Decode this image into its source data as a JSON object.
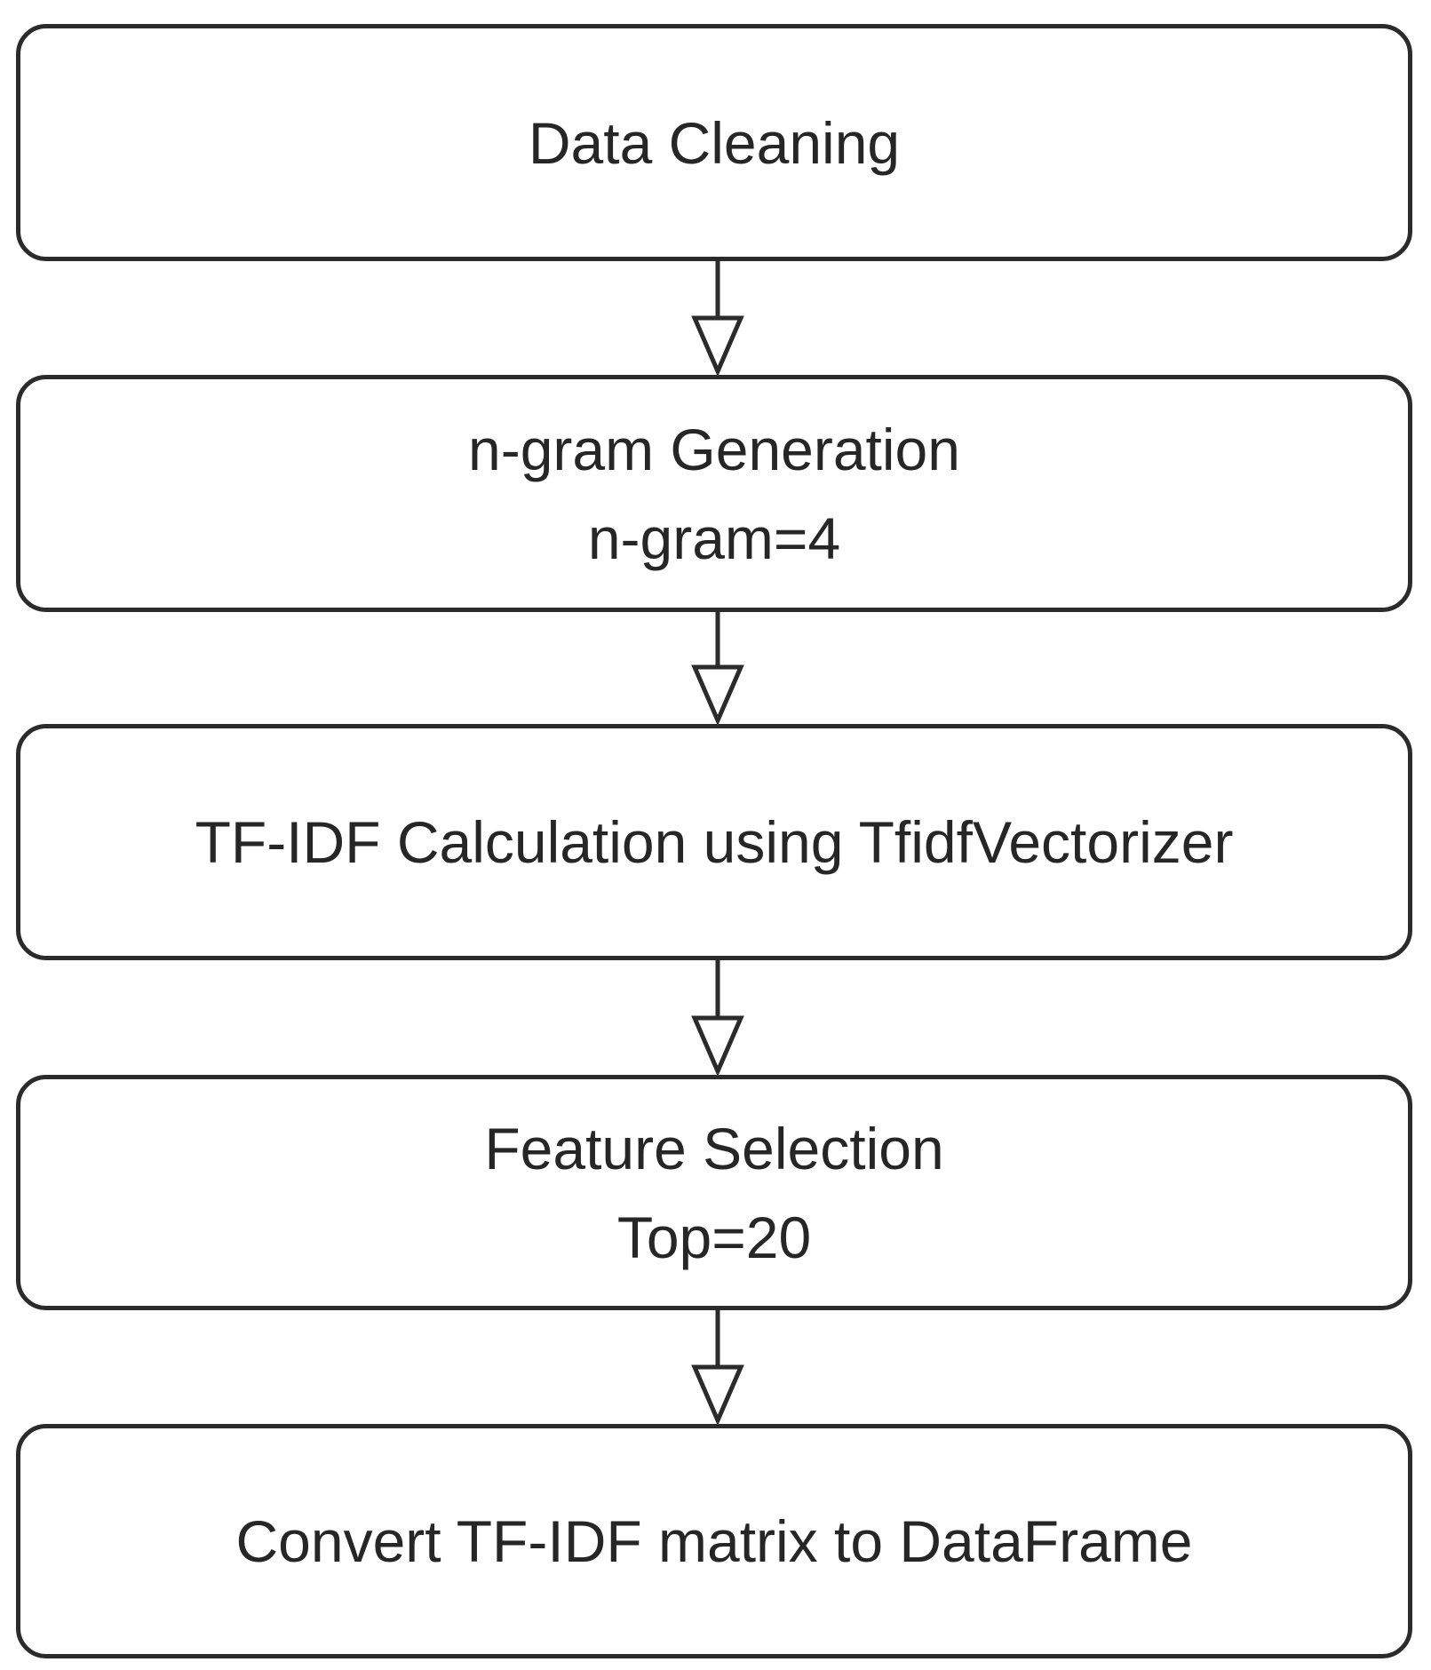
{
  "flowchart": {
    "steps": [
      {
        "line1": "Data Cleaning",
        "line2": ""
      },
      {
        "line1": "n-gram Generation",
        "line2": "n-gram=4"
      },
      {
        "line1": "TF-IDF Calculation using TfidfVectorizer",
        "line2": ""
      },
      {
        "line1": "Feature Selection",
        "line2": "Top=20"
      },
      {
        "line1": "Convert TF-IDF matrix to DataFrame",
        "line2": ""
      }
    ],
    "colors": {
      "stroke": "#2b2b2b",
      "text": "#262626",
      "fill": "#ffffff"
    }
  }
}
